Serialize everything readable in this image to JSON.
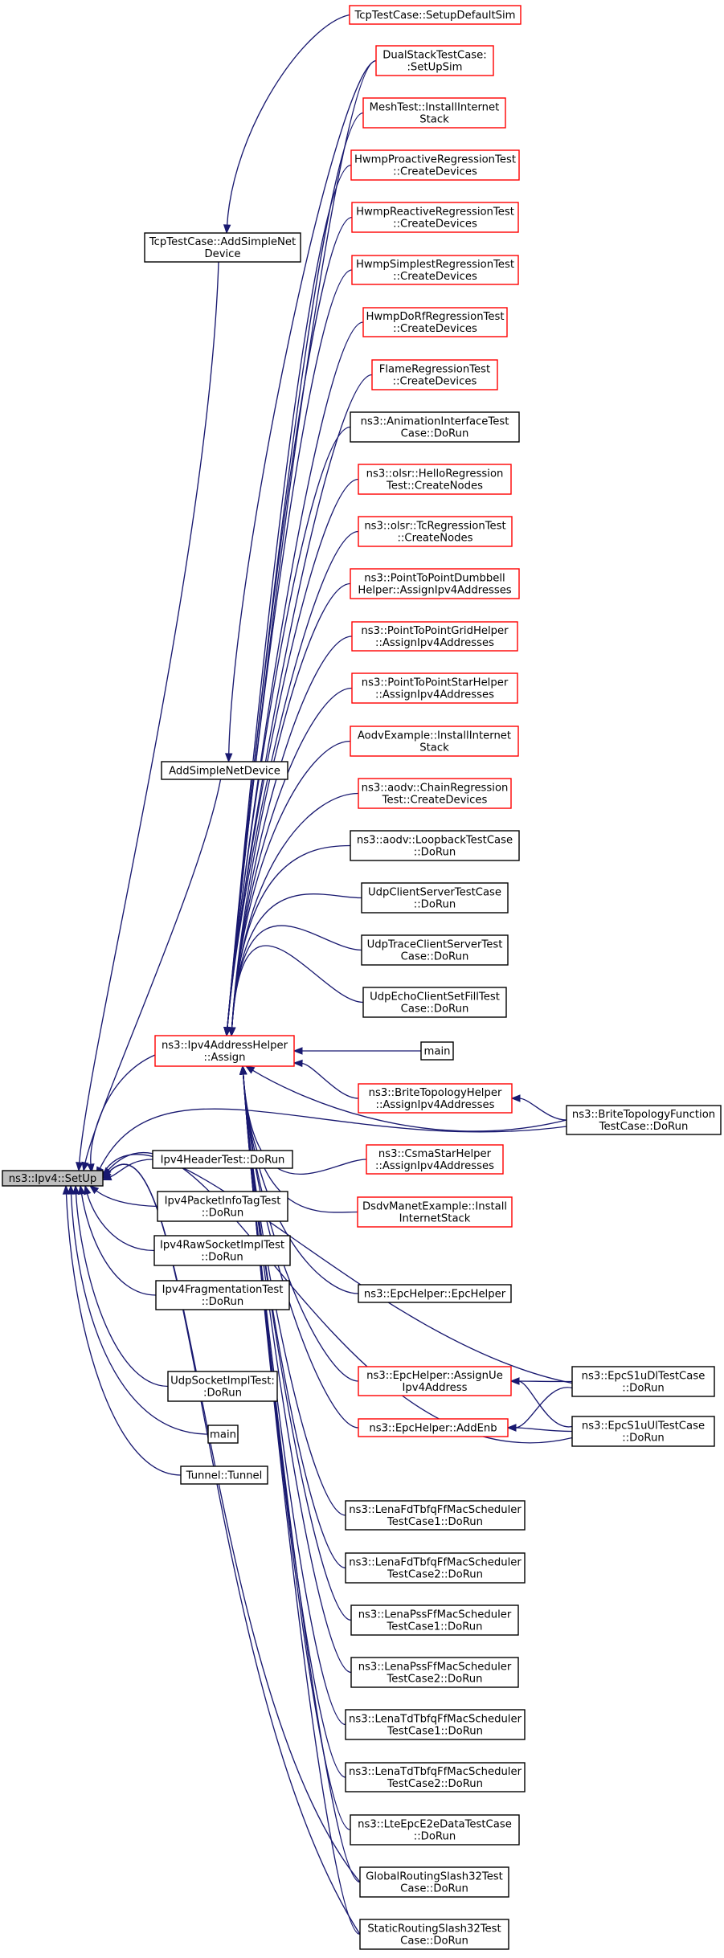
{
  "diagram": {
    "type": "call-graph",
    "colors": {
      "edge": "#191970",
      "border_default": "#000000",
      "border_truncated": "#ff0000",
      "root_fill": "#bfbfbf",
      "node_fill": "#ffffff"
    },
    "nodes": [
      {
        "id": "root",
        "lines": [
          "ns3::Ipv4::SetUp"
        ],
        "style": "root"
      },
      {
        "id": "tcp_addsimple",
        "lines": [
          "TcpTestCase::AddSimpleNet",
          "Device"
        ],
        "style": "black"
      },
      {
        "id": "tcp_setup",
        "lines": [
          "TcpTestCase::SetupDefaultSim"
        ],
        "style": "red"
      },
      {
        "id": "addsimplenetdevice",
        "lines": [
          "AddSimpleNetDevice"
        ],
        "style": "black"
      },
      {
        "id": "assign",
        "lines": [
          "ns3::Ipv4AddressHelper",
          "::Assign"
        ],
        "style": "red"
      },
      {
        "id": "dualstack",
        "lines": [
          "DualStackTestCase:",
          ":SetUpSim"
        ],
        "style": "red"
      },
      {
        "id": "meshtest",
        "lines": [
          "MeshTest::InstallInternet",
          "Stack"
        ],
        "style": "red"
      },
      {
        "id": "hwmp_proactive",
        "lines": [
          "HwmpProactiveRegressionTest",
          "::CreateDevices"
        ],
        "style": "red"
      },
      {
        "id": "hwmp_reactive",
        "lines": [
          "HwmpReactiveRegressionTest",
          "::CreateDevices"
        ],
        "style": "red"
      },
      {
        "id": "hwmp_simplest",
        "lines": [
          "HwmpSimplestRegressionTest",
          "::CreateDevices"
        ],
        "style": "red"
      },
      {
        "id": "hwmp_dorf",
        "lines": [
          "HwmpDoRfRegressionTest",
          "::CreateDevices"
        ],
        "style": "red"
      },
      {
        "id": "flame",
        "lines": [
          "FlameRegressionTest",
          "::CreateDevices"
        ],
        "style": "red"
      },
      {
        "id": "animation",
        "lines": [
          "ns3::AnimationInterfaceTest",
          "Case::DoRun"
        ],
        "style": "black"
      },
      {
        "id": "olsr_hello",
        "lines": [
          "ns3::olsr::HelloRegression",
          "Test::CreateNodes"
        ],
        "style": "red"
      },
      {
        "id": "olsr_tc",
        "lines": [
          "ns3::olsr::TcRegressionTest",
          "::CreateNodes"
        ],
        "style": "red"
      },
      {
        "id": "p2p_dumbbell",
        "lines": [
          "ns3::PointToPointDumbbell",
          "Helper::AssignIpv4Addresses"
        ],
        "style": "red"
      },
      {
        "id": "p2p_grid",
        "lines": [
          "ns3::PointToPointGridHelper",
          "::AssignIpv4Addresses"
        ],
        "style": "red"
      },
      {
        "id": "p2p_star",
        "lines": [
          "ns3::PointToPointStarHelper",
          "::AssignIpv4Addresses"
        ],
        "style": "red"
      },
      {
        "id": "aodv_example",
        "lines": [
          "AodvExample::InstallInternet",
          "Stack"
        ],
        "style": "red"
      },
      {
        "id": "aodv_chain",
        "lines": [
          "ns3::aodv::ChainRegression",
          "Test::CreateDevices"
        ],
        "style": "red"
      },
      {
        "id": "aodv_loopback",
        "lines": [
          "ns3::aodv::LoopbackTestCase",
          "::DoRun"
        ],
        "style": "black"
      },
      {
        "id": "udp_clientserver",
        "lines": [
          "UdpClientServerTestCase",
          "::DoRun"
        ],
        "style": "black"
      },
      {
        "id": "udp_trace",
        "lines": [
          "UdpTraceClientServerTest",
          "Case::DoRun"
        ],
        "style": "black"
      },
      {
        "id": "udp_echo",
        "lines": [
          "UdpEchoClientSetFillTest",
          "Case::DoRun"
        ],
        "style": "black"
      },
      {
        "id": "main_top",
        "lines": [
          "main"
        ],
        "style": "black"
      },
      {
        "id": "brite_helper",
        "lines": [
          "ns3::BriteTopologyHelper",
          "::AssignIpv4Addresses"
        ],
        "style": "red"
      },
      {
        "id": "brite_func",
        "lines": [
          "ns3::BriteTopologyFunction",
          "TestCase::DoRun"
        ],
        "style": "black"
      },
      {
        "id": "csma_star",
        "lines": [
          "ns3::CsmaStarHelper",
          "::AssignIpv4Addresses"
        ],
        "style": "red"
      },
      {
        "id": "dsdv",
        "lines": [
          "DsdvManetExample::Install",
          "InternetStack"
        ],
        "style": "red"
      },
      {
        "id": "epc_helper",
        "lines": [
          "ns3::EpcHelper::EpcHelper"
        ],
        "style": "black"
      },
      {
        "id": "epc_assign",
        "lines": [
          "ns3::EpcHelper::AssignUe",
          "Ipv4Address"
        ],
        "style": "red"
      },
      {
        "id": "epc_addenb",
        "lines": [
          "ns3::EpcHelper::AddEnb"
        ],
        "style": "red"
      },
      {
        "id": "epc_s1u_dl",
        "lines": [
          "ns3::EpcS1uDlTestCase",
          "::DoRun"
        ],
        "style": "black"
      },
      {
        "id": "epc_s1u_ul",
        "lines": [
          "ns3::EpcS1uUlTestCase",
          "::DoRun"
        ],
        "style": "black"
      },
      {
        "id": "lena_fd1",
        "lines": [
          "ns3::LenaFdTbfqFfMacScheduler",
          "TestCase1::DoRun"
        ],
        "style": "black"
      },
      {
        "id": "lena_fd2",
        "lines": [
          "ns3::LenaFdTbfqFfMacScheduler",
          "TestCase2::DoRun"
        ],
        "style": "black"
      },
      {
        "id": "lena_pss1",
        "lines": [
          "ns3::LenaPssFfMacScheduler",
          "TestCase1::DoRun"
        ],
        "style": "black"
      },
      {
        "id": "lena_pss2",
        "lines": [
          "ns3::LenaPssFfMacScheduler",
          "TestCase2::DoRun"
        ],
        "style": "black"
      },
      {
        "id": "lena_td1",
        "lines": [
          "ns3::LenaTdTbfqFfMacScheduler",
          "TestCase1::DoRun"
        ],
        "style": "black"
      },
      {
        "id": "lena_td2",
        "lines": [
          "ns3::LenaTdTbfqFfMacScheduler",
          "TestCase2::DoRun"
        ],
        "style": "black"
      },
      {
        "id": "lte_epc",
        "lines": [
          "ns3::LteEpcE2eDataTestCase",
          "::DoRun"
        ],
        "style": "black"
      },
      {
        "id": "global_routing",
        "lines": [
          "GlobalRoutingSlash32Test",
          "Case::DoRun"
        ],
        "style": "black"
      },
      {
        "id": "static_routing",
        "lines": [
          "StaticRoutingSlash32Test",
          "Case::DoRun"
        ],
        "style": "black"
      },
      {
        "id": "ipv4header",
        "lines": [
          "Ipv4HeaderTest::DoRun"
        ],
        "style": "black"
      },
      {
        "id": "ipv4packetinfo",
        "lines": [
          "Ipv4PacketInfoTagTest",
          "::DoRun"
        ],
        "style": "black"
      },
      {
        "id": "ipv4rawsocket",
        "lines": [
          "Ipv4RawSocketImplTest",
          "::DoRun"
        ],
        "style": "black"
      },
      {
        "id": "ipv4frag",
        "lines": [
          "Ipv4FragmentationTest",
          "::DoRun"
        ],
        "style": "black"
      },
      {
        "id": "udpsocket",
        "lines": [
          "UdpSocketImplTest:",
          ":DoRun"
        ],
        "style": "black"
      },
      {
        "id": "main_bottom",
        "lines": [
          "main"
        ],
        "style": "black"
      },
      {
        "id": "tunnel",
        "lines": [
          "Tunnel::Tunnel"
        ],
        "style": "black"
      }
    ],
    "edges": [
      {
        "from": "tcp_addsimple",
        "to": "root"
      },
      {
        "from": "addsimplenetdevice",
        "to": "root"
      },
      {
        "from": "assign",
        "to": "root"
      },
      {
        "from": "brite_func",
        "to": "root"
      },
      {
        "from": "epc_s1u_dl",
        "to": "root"
      },
      {
        "from": "epc_s1u_ul",
        "to": "root"
      },
      {
        "from": "ipv4header",
        "to": "root"
      },
      {
        "from": "ipv4packetinfo",
        "to": "root"
      },
      {
        "from": "ipv4rawsocket",
        "to": "root"
      },
      {
        "from": "ipv4frag",
        "to": "root"
      },
      {
        "from": "udpsocket",
        "to": "root"
      },
      {
        "from": "main_bottom",
        "to": "root"
      },
      {
        "from": "tunnel",
        "to": "root"
      },
      {
        "from": "tcp_setup",
        "to": "tcp_addsimple"
      },
      {
        "from": "dualstack",
        "to": "addsimplenetdevice"
      },
      {
        "from": "dualstack",
        "to": "assign"
      },
      {
        "from": "meshtest",
        "to": "assign"
      },
      {
        "from": "hwmp_proactive",
        "to": "assign"
      },
      {
        "from": "hwmp_reactive",
        "to": "assign"
      },
      {
        "from": "hwmp_simplest",
        "to": "assign"
      },
      {
        "from": "hwmp_dorf",
        "to": "assign"
      },
      {
        "from": "flame",
        "to": "assign"
      },
      {
        "from": "animation",
        "to": "assign"
      },
      {
        "from": "olsr_hello",
        "to": "assign"
      },
      {
        "from": "olsr_tc",
        "to": "assign"
      },
      {
        "from": "p2p_dumbbell",
        "to": "assign"
      },
      {
        "from": "p2p_grid",
        "to": "assign"
      },
      {
        "from": "p2p_star",
        "to": "assign"
      },
      {
        "from": "aodv_example",
        "to": "assign"
      },
      {
        "from": "aodv_chain",
        "to": "assign"
      },
      {
        "from": "aodv_loopback",
        "to": "assign"
      },
      {
        "from": "udp_clientserver",
        "to": "assign"
      },
      {
        "from": "udp_trace",
        "to": "assign"
      },
      {
        "from": "udp_echo",
        "to": "assign"
      },
      {
        "from": "main_top",
        "to": "assign"
      },
      {
        "from": "brite_helper",
        "to": "assign"
      },
      {
        "from": "brite_func",
        "to": "assign"
      },
      {
        "from": "brite_func",
        "to": "brite_helper"
      },
      {
        "from": "csma_star",
        "to": "assign"
      },
      {
        "from": "dsdv",
        "to": "assign"
      },
      {
        "from": "epc_helper",
        "to": "assign"
      },
      {
        "from": "epc_assign",
        "to": "assign"
      },
      {
        "from": "epc_addenb",
        "to": "assign"
      },
      {
        "from": "epc_s1u_dl",
        "to": "epc_assign"
      },
      {
        "from": "epc_s1u_ul",
        "to": "epc_assign"
      },
      {
        "from": "epc_s1u_dl",
        "to": "epc_addenb"
      },
      {
        "from": "epc_s1u_ul",
        "to": "epc_addenb"
      },
      {
        "from": "lena_fd1",
        "to": "assign"
      },
      {
        "from": "lena_fd2",
        "to": "assign"
      },
      {
        "from": "lena_pss1",
        "to": "assign"
      },
      {
        "from": "lena_pss2",
        "to": "assign"
      },
      {
        "from": "lena_td1",
        "to": "assign"
      },
      {
        "from": "lena_td2",
        "to": "assign"
      },
      {
        "from": "lte_epc",
        "to": "assign"
      },
      {
        "from": "global_routing",
        "to": "assign"
      },
      {
        "from": "static_routing",
        "to": "assign"
      },
      {
        "from": "global_routing",
        "to": "root"
      },
      {
        "from": "static_routing",
        "to": "root"
      }
    ]
  }
}
